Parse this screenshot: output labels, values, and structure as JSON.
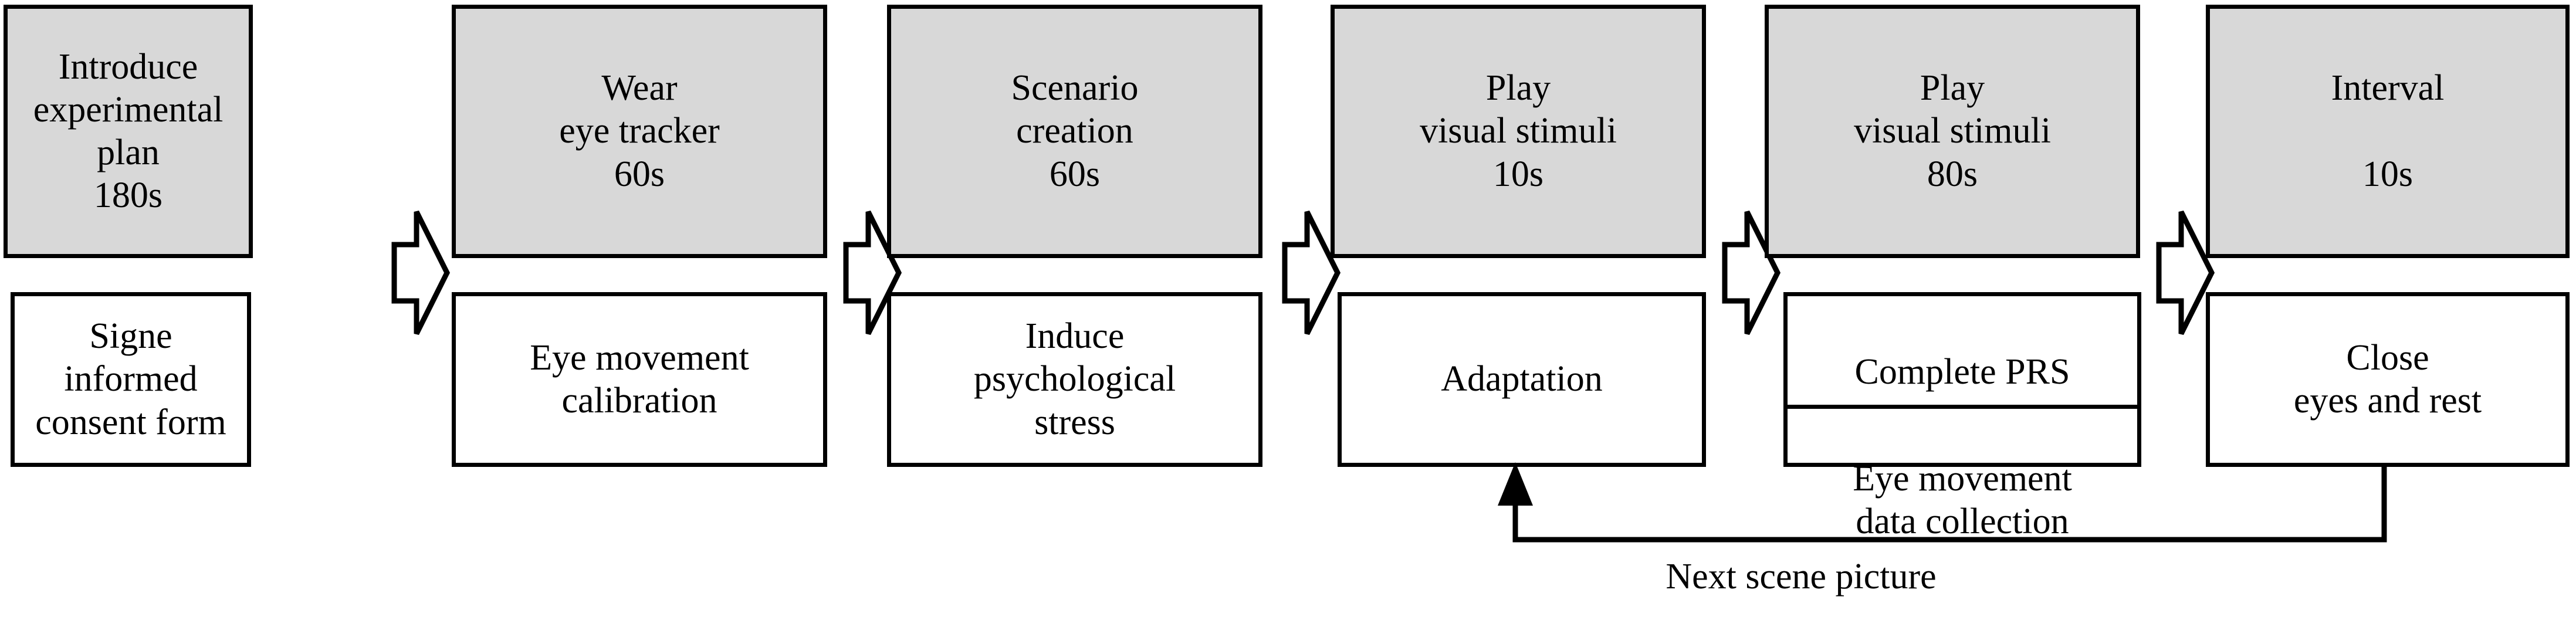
{
  "diagram": {
    "title": "Experimental procedure flowchart",
    "colors": {
      "phase_fill": "#d8d8d8",
      "task_fill": "#ffffff",
      "stroke": "#000000",
      "background": "#ffffff"
    },
    "columns": [
      {
        "id": "introduce",
        "phase": "Introduce\nexperimental\nplan\n180s",
        "phase_title": "Introduce experimental plan",
        "duration": "180s",
        "task": "Signe informed\nconsent form"
      },
      {
        "id": "wear-eye-tracker",
        "phase": "Wear\neye tracker\n60s",
        "phase_title": "Wear eye tracker",
        "duration": "60s",
        "task": "Eye movement\ncalibration"
      },
      {
        "id": "scenario-creation",
        "phase": "Scenario\ncreation\n60s",
        "phase_title": "Scenario creation",
        "duration": "60s",
        "task": "Induce\npsychological\nstress"
      },
      {
        "id": "play-visual-stimuli-10s",
        "phase": "Play\nvisual stimuli\n10s",
        "phase_title": "Play visual stimuli",
        "duration": "10s",
        "task": "Adaptation"
      },
      {
        "id": "play-visual-stimuli-80s",
        "phase": "Play\nvisual stimuli\n80s",
        "phase_title": "Play visual stimuli",
        "duration": "80s",
        "task_top": "Complete PRS",
        "task_bottom": "Eye movement\ndata collection"
      },
      {
        "id": "interval",
        "phase": "Interval\n\n10s",
        "phase_title": "Interval",
        "duration": "10s",
        "task": "Close\neyes and rest"
      }
    ],
    "connectors": [
      {
        "id": "chevron-1",
        "icon": "block-arrow-right-icon"
      },
      {
        "id": "chevron-2",
        "icon": "block-arrow-right-icon"
      },
      {
        "id": "chevron-3",
        "icon": "block-arrow-right-icon"
      },
      {
        "id": "chevron-4",
        "icon": "block-arrow-right-icon"
      },
      {
        "id": "chevron-5",
        "icon": "block-arrow-right-icon"
      }
    ],
    "feedback_loop": {
      "label": "Next scene picture",
      "from": "interval",
      "to": "play-visual-stimuli-10s",
      "arrowhead": "up-arrow-icon"
    }
  }
}
